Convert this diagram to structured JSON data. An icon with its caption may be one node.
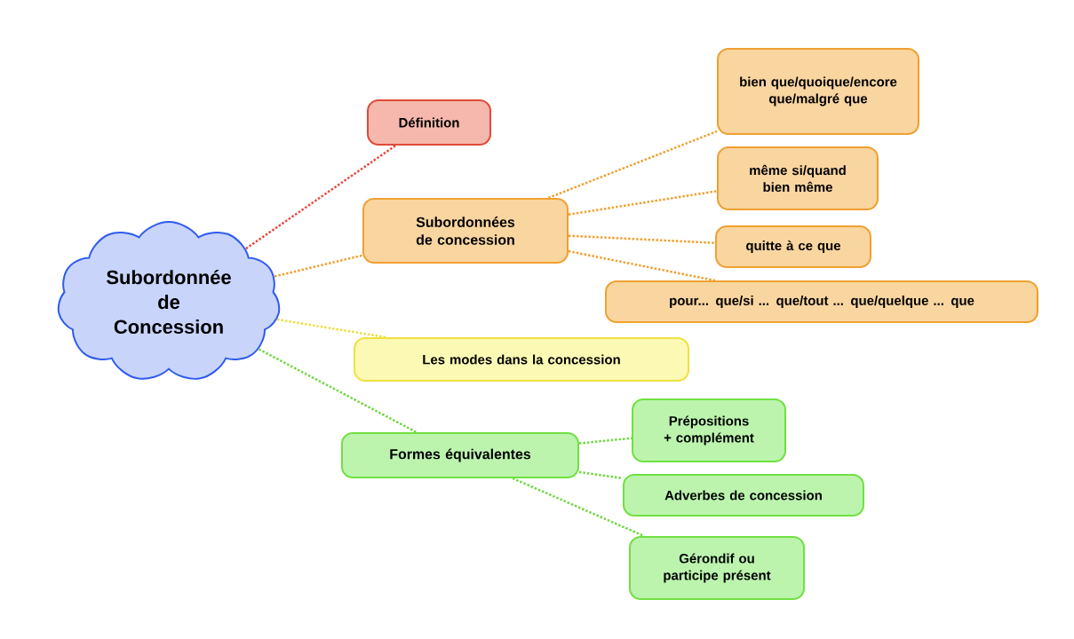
{
  "diagram": {
    "nodes": [
      {
        "text": [
          "Subordonnée de Concession"
        ]
      },
      {
        "text": [
          "Définition"
        ]
      },
      {
        "text": [
          "Subordonnées de concession"
        ]
      },
      {
        "text": [
          "bien que/quoique/encore que/malgré que"
        ]
      },
      {
        "text": [
          "même si/quand bien même"
        ]
      },
      {
        "text": [
          "quitte à ce que"
        ]
      },
      {
        "text": [
          "pour... que/si ... que/tout ... que/quelque ... que"
        ]
      },
      {
        "text": [
          "Les modes dans la concession"
        ]
      },
      {
        "text": [
          "Formes équivalentes"
        ]
      },
      {
        "text": [
          "Prépositions + complément"
        ]
      },
      {
        "text": [
          "Adverbes de concession"
        ]
      },
      {
        "text": [
          "Gérondif ou participe présent"
        ]
      }
    ],
    "edges": [
      {
        "from": 0,
        "to": 1,
        "arrow": "none",
        "color": "#e8483c"
      },
      {
        "from": 0,
        "to": 2,
        "arrow": "none",
        "color": "#f0a030"
      },
      {
        "from": 2,
        "to": 3,
        "arrow": "none",
        "color": "#f0a030"
      },
      {
        "from": 2,
        "to": 4,
        "arrow": "none",
        "color": "#f0a030"
      },
      {
        "from": 2,
        "to": 5,
        "arrow": "none",
        "color": "#f0a030"
      },
      {
        "from": 2,
        "to": 6,
        "arrow": "none",
        "color": "#f0a030"
      },
      {
        "from": 0,
        "to": 7,
        "arrow": "none",
        "color": "#e8e040"
      },
      {
        "from": 0,
        "to": 8,
        "arrow": "none",
        "color": "#70d840"
      },
      {
        "from": 8,
        "to": 9,
        "arrow": "none",
        "color": "#70d840"
      },
      {
        "from": 8,
        "to": 10,
        "arrow": "none",
        "color": "#70d840"
      },
      {
        "from": 8,
        "to": 11,
        "arrow": "none",
        "color": "#70d840"
      }
    ]
  }
}
